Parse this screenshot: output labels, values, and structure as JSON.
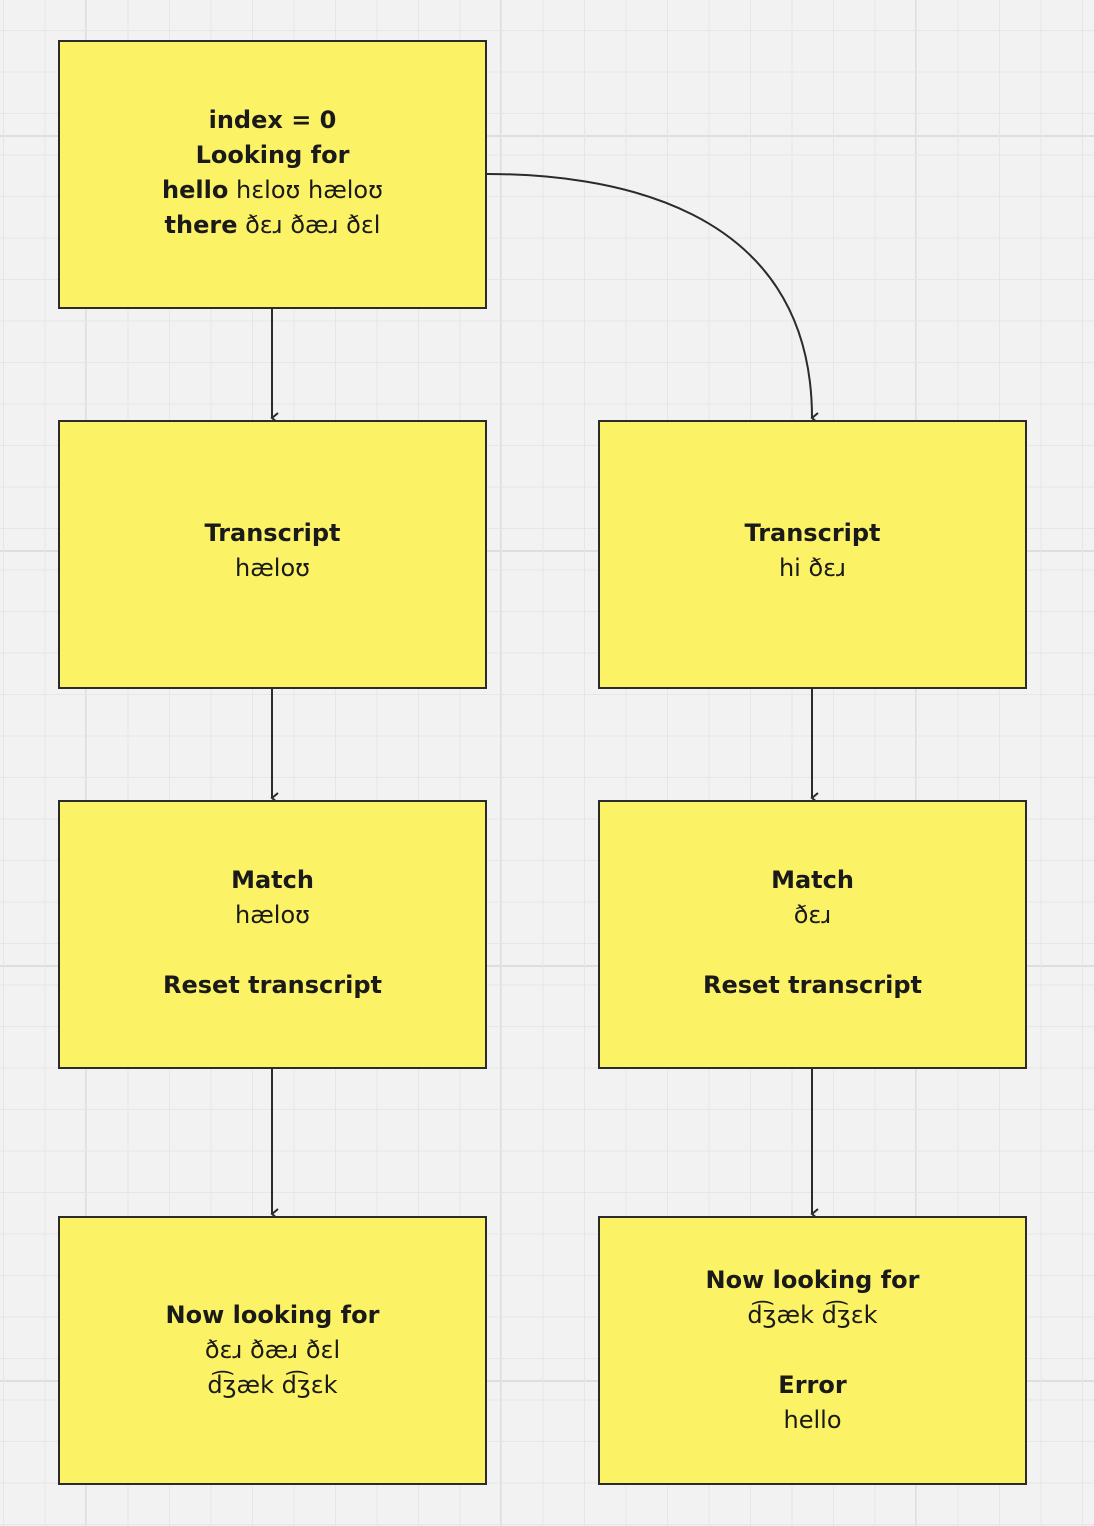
{
  "colors": {
    "note_fill": "#fbf265",
    "note_border": "#2b2b2b",
    "connector": "#2b2b2b",
    "canvas": "#f2f2f2"
  },
  "notes": {
    "start": {
      "line1": "index = 0",
      "line2": "Looking for",
      "line3_bold": "hello",
      "line3_rest": " hɛloʊ hæloʊ",
      "line4_bold": "there",
      "line4_rest": " ðɛɹ ðæɹ ðɛl"
    },
    "transcript_a": {
      "title": "Transcript",
      "text": "hæloʊ"
    },
    "transcript_b": {
      "title": "Transcript",
      "text": "hi ðɛɹ"
    },
    "match_a": {
      "title": "Match",
      "text": "hæloʊ",
      "action": "Reset transcript"
    },
    "match_b": {
      "title": "Match",
      "text": "ðɛɹ",
      "action": "Reset transcript"
    },
    "next_a": {
      "title": "Now looking for",
      "line1": "ðɛɹ ðæɹ ðɛl",
      "line2": "d͡ʒæk d͡ʒɛk"
    },
    "next_b": {
      "title": "Now looking for",
      "line1": "d͡ʒæk d͡ʒɛk",
      "error_title": "Error",
      "error_text": "hello"
    }
  }
}
